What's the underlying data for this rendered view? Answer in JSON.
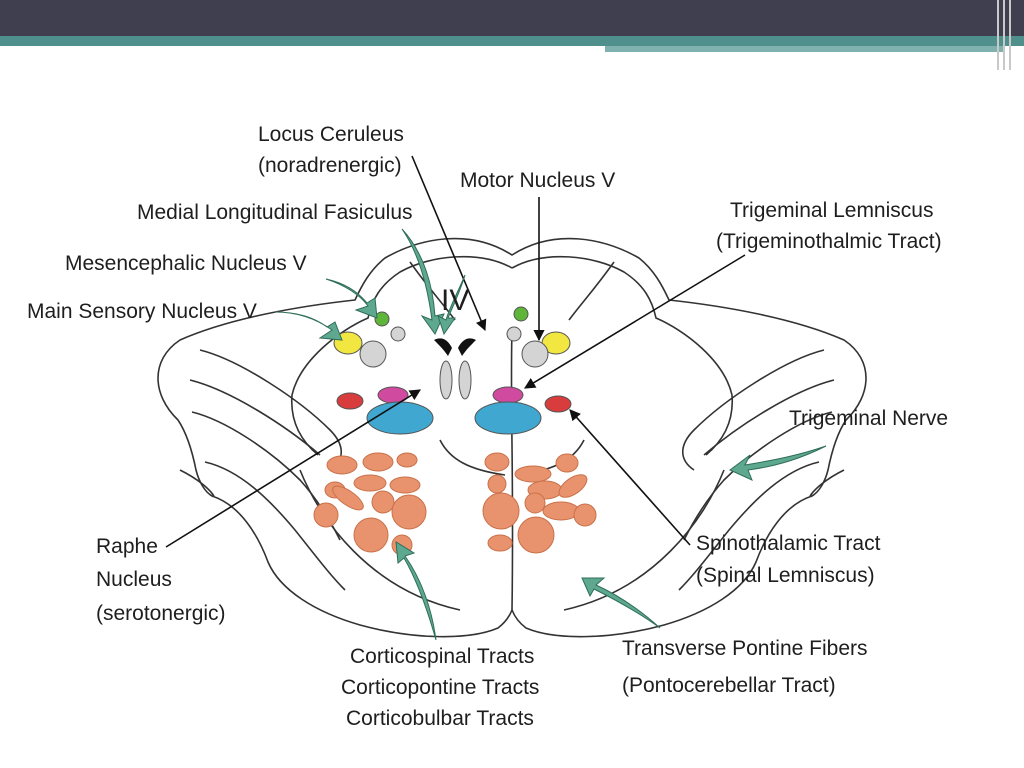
{
  "diagram": {
    "ventricle_label": "IV",
    "labels": {
      "locus_ceruleus_1": "Locus Ceruleus",
      "locus_ceruleus_2": "(noradrenergic)",
      "motor_nucleus": "Motor Nucleus V",
      "mlf": "Medial Longitudinal Fasiculus",
      "mesencephalic": "Mesencephalic Nucleus V",
      "main_sensory": "Main Sensory Nucleus V",
      "trig_lemniscus_1": "Trigeminal Lemniscus",
      "trig_lemniscus_2": "(Trigeminothalmic Tract)",
      "trig_nerve": "Trigeminal Nerve",
      "raphe_1": "Raphe",
      "raphe_2": "Nucleus",
      "raphe_3": "(serotonergic)",
      "spinothalamic_1": "Spinothalamic Tract",
      "spinothalamic_2": "(Spinal Lemniscus)",
      "cortico_1": "Corticospinal Tracts",
      "cortico_2": "Corticopontine Tracts",
      "cortico_3": "Corticobulbar Tracts",
      "transverse_1": "Transverse Pontine Fibers",
      "transverse_2": "(Pontocerebellar Tract)"
    }
  },
  "colors": {
    "header": "#3f3f4f",
    "teal": "#4f8f8c",
    "arrow_green": "#5fa890",
    "tract_orange": "#e8936e",
    "lemniscus_blue": "#3fa7d0",
    "spinothalamic_red": "#d83c3c",
    "trig_lemniscus_pink": "#d04aa0",
    "sensory_yellow": "#f2e640",
    "mesencephalic_green": "#5fb53a",
    "nucleus_gray": "#d4d4d4"
  }
}
